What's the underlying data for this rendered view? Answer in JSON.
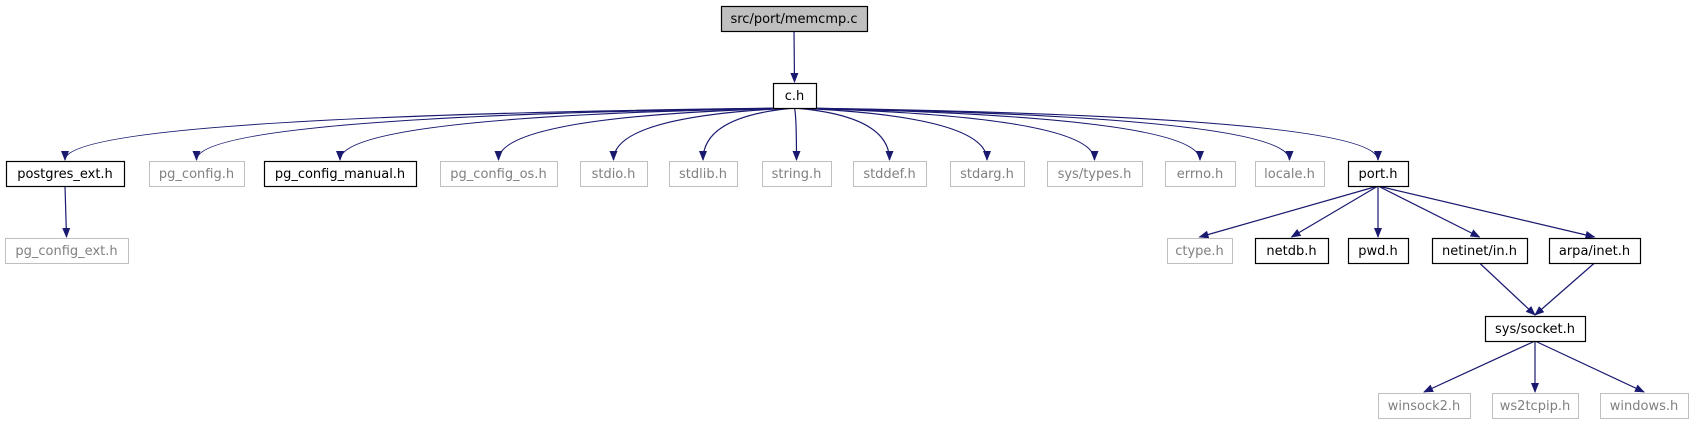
{
  "title": "src/port/memcmp.c",
  "colors": {
    "edge": "#191970",
    "root_fill": "#bfbfbf",
    "documented_border": "#000000",
    "external_border": "#bfbfbf",
    "documented_text": "#000000",
    "external_text": "#808080"
  },
  "nodes": [
    {
      "id": "memcmp",
      "label": "src/port/memcmp.c",
      "kind": "root"
    },
    {
      "id": "c_h",
      "label": "c.h",
      "kind": "documented"
    },
    {
      "id": "postgres_ext",
      "label": "postgres_ext.h",
      "kind": "documented"
    },
    {
      "id": "pg_config",
      "label": "pg_config.h",
      "kind": "external"
    },
    {
      "id": "pg_config_manual",
      "label": "pg_config_manual.h",
      "kind": "documented"
    },
    {
      "id": "pg_config_os",
      "label": "pg_config_os.h",
      "kind": "external"
    },
    {
      "id": "stdio",
      "label": "stdio.h",
      "kind": "external"
    },
    {
      "id": "stdlib",
      "label": "stdlib.h",
      "kind": "external"
    },
    {
      "id": "string",
      "label": "string.h",
      "kind": "external"
    },
    {
      "id": "stddef",
      "label": "stddef.h",
      "kind": "external"
    },
    {
      "id": "stdarg",
      "label": "stdarg.h",
      "kind": "external"
    },
    {
      "id": "sys_types",
      "label": "sys/types.h",
      "kind": "external"
    },
    {
      "id": "errno",
      "label": "errno.h",
      "kind": "external"
    },
    {
      "id": "locale",
      "label": "locale.h",
      "kind": "external"
    },
    {
      "id": "port",
      "label": "port.h",
      "kind": "documented"
    },
    {
      "id": "pg_config_ext",
      "label": "pg_config_ext.h",
      "kind": "external"
    },
    {
      "id": "ctype",
      "label": "ctype.h",
      "kind": "external"
    },
    {
      "id": "netdb",
      "label": "netdb.h",
      "kind": "documented"
    },
    {
      "id": "pwd",
      "label": "pwd.h",
      "kind": "documented"
    },
    {
      "id": "netinet_in",
      "label": "netinet/in.h",
      "kind": "documented"
    },
    {
      "id": "arpa_inet",
      "label": "arpa/inet.h",
      "kind": "documented"
    },
    {
      "id": "sys_socket",
      "label": "sys/socket.h",
      "kind": "documented"
    },
    {
      "id": "winsock2",
      "label": "winsock2.h",
      "kind": "external"
    },
    {
      "id": "ws2tcpip",
      "label": "ws2tcpip.h",
      "kind": "external"
    },
    {
      "id": "windows",
      "label": "windows.h",
      "kind": "external"
    }
  ],
  "edges": [
    {
      "from": "memcmp",
      "to": "c_h"
    },
    {
      "from": "c_h",
      "to": "postgres_ext"
    },
    {
      "from": "c_h",
      "to": "pg_config"
    },
    {
      "from": "c_h",
      "to": "pg_config_manual"
    },
    {
      "from": "c_h",
      "to": "pg_config_os"
    },
    {
      "from": "c_h",
      "to": "stdio"
    },
    {
      "from": "c_h",
      "to": "stdlib"
    },
    {
      "from": "c_h",
      "to": "string"
    },
    {
      "from": "c_h",
      "to": "stddef"
    },
    {
      "from": "c_h",
      "to": "stdarg"
    },
    {
      "from": "c_h",
      "to": "sys_types"
    },
    {
      "from": "c_h",
      "to": "errno"
    },
    {
      "from": "c_h",
      "to": "locale"
    },
    {
      "from": "c_h",
      "to": "port"
    },
    {
      "from": "postgres_ext",
      "to": "pg_config_ext"
    },
    {
      "from": "port",
      "to": "ctype"
    },
    {
      "from": "port",
      "to": "netdb"
    },
    {
      "from": "port",
      "to": "pwd"
    },
    {
      "from": "port",
      "to": "netinet_in"
    },
    {
      "from": "port",
      "to": "arpa_inet"
    },
    {
      "from": "netinet_in",
      "to": "sys_socket"
    },
    {
      "from": "arpa_inet",
      "to": "sys_socket"
    },
    {
      "from": "sys_socket",
      "to": "winsock2"
    },
    {
      "from": "sys_socket",
      "to": "ws2tcpip"
    },
    {
      "from": "sys_socket",
      "to": "windows"
    }
  ]
}
